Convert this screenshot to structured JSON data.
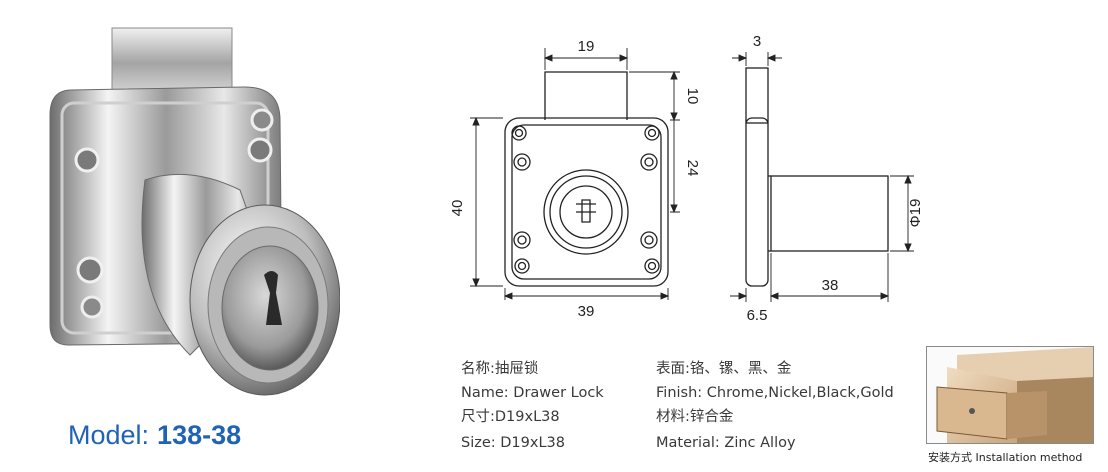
{
  "model": {
    "label": "Model:",
    "number": "138-38"
  },
  "specs": {
    "name_cn": "名称:抽屉锁",
    "name_en": "Name: Drawer Lock",
    "size_cn": "尺寸:D19xL38",
    "size_en": "Size: D19xL38",
    "finish_cn": "表面:铬、镙、黑、金",
    "finish_en": "Finish: Chrome,Nickel,Black,Gold",
    "material_cn": "材料:锌合金",
    "material_en": "Material: Zinc Alloy"
  },
  "dimensions": {
    "top_width": "19",
    "top_height": "10",
    "mid_height": "24",
    "total_height": "40",
    "base_width": "39",
    "plate_thickness": "3",
    "cylinder_diameter": "Φ19",
    "cylinder_length": "38",
    "plate_depth": "6.5"
  },
  "installation": {
    "caption": "安装方式 Installation method"
  },
  "colors": {
    "brand_blue": "#1f63b6",
    "line": "#222222"
  }
}
